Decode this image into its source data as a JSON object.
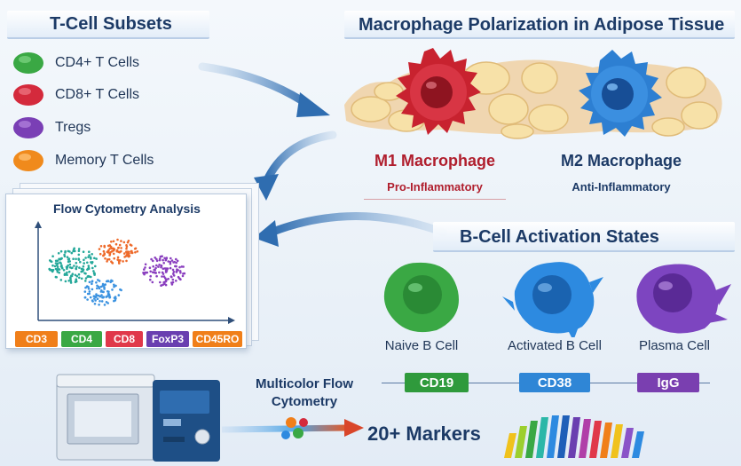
{
  "tcell": {
    "title": "T-Cell Subsets",
    "items": [
      {
        "label": "CD4+ T Cells",
        "color": "#3aa844"
      },
      {
        "label": "CD8+ T Cells",
        "color": "#d42a3c"
      },
      {
        "label": "Tregs",
        "color": "#7a3fb5"
      },
      {
        "label": "Memory T Cells",
        "color": "#f08a1c"
      }
    ]
  },
  "macrophage": {
    "title": "Macrophage Polarization in Adipose Tissue",
    "m1": {
      "label": "M1 Macrophage",
      "sub": "Pro-Inflammatory",
      "color": "#c8222f"
    },
    "m2": {
      "label": "M2 Macrophage",
      "sub": "Anti-Inflammatory",
      "color": "#2d7fd2"
    }
  },
  "flow": {
    "title": "Flow Cytometry Analysis",
    "markers": [
      {
        "label": "CD3",
        "color": "#f07f1a"
      },
      {
        "label": "CD4",
        "color": "#3aa844"
      },
      {
        "label": "CD8",
        "color": "#e0384a"
      },
      {
        "label": "FoxP3",
        "color": "#6a3fb0"
      },
      {
        "label": "CD45RO",
        "color": "#f07f1a"
      }
    ]
  },
  "bcell": {
    "title": "B-Cell Activation States",
    "states": [
      {
        "label": "Naive B Cell",
        "color": "#3aa844"
      },
      {
        "label": "Activated B Cell",
        "color": "#2d8ae0"
      },
      {
        "label": "Plasma Cell",
        "color": "#7d45c0"
      }
    ],
    "markers": [
      {
        "label": "CD19",
        "color": "#2f9a3c"
      },
      {
        "label": "CD38",
        "color": "#2f86d6"
      },
      {
        "label": "IgG",
        "color": "#7a3fb0"
      }
    ]
  },
  "cytometer": {
    "title_line1": "Multicolor Flow",
    "title_line2": "Cytometry",
    "markers_text": "20+ Markers"
  }
}
